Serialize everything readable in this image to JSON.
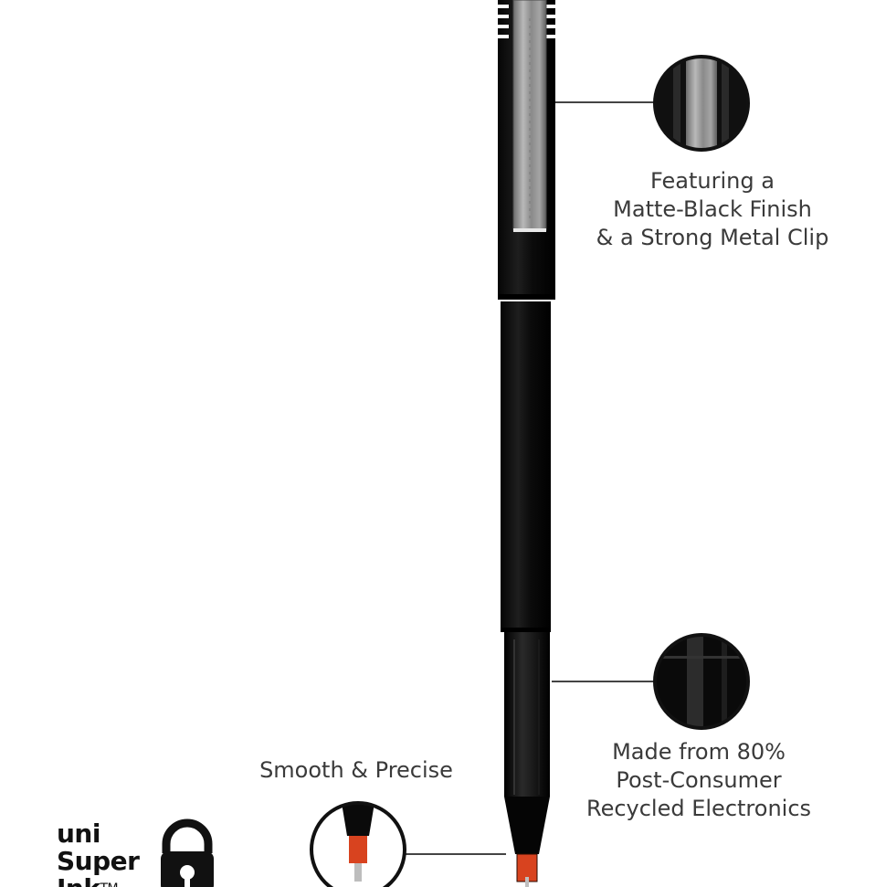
{
  "callouts": {
    "finish": [
      "Featuring a",
      "Matte-Black Finish",
      "& a Strong Metal Clip"
    ],
    "recycled": [
      "Made from 80%",
      "Post-Consumer",
      "Recycled Electronics"
    ],
    "tip": "Smooth & Precise"
  },
  "logo": {
    "line1": "uni",
    "line2": "Super",
    "line3": "Ink",
    "trademark": "TM"
  },
  "colors": {
    "pen_body": "#0c0c0c",
    "clip": "#8e8e8e",
    "tip_accent": "#d8431f",
    "text": "#3a3a3a",
    "connector": "#444444"
  },
  "icons": [
    "lock-icon"
  ]
}
